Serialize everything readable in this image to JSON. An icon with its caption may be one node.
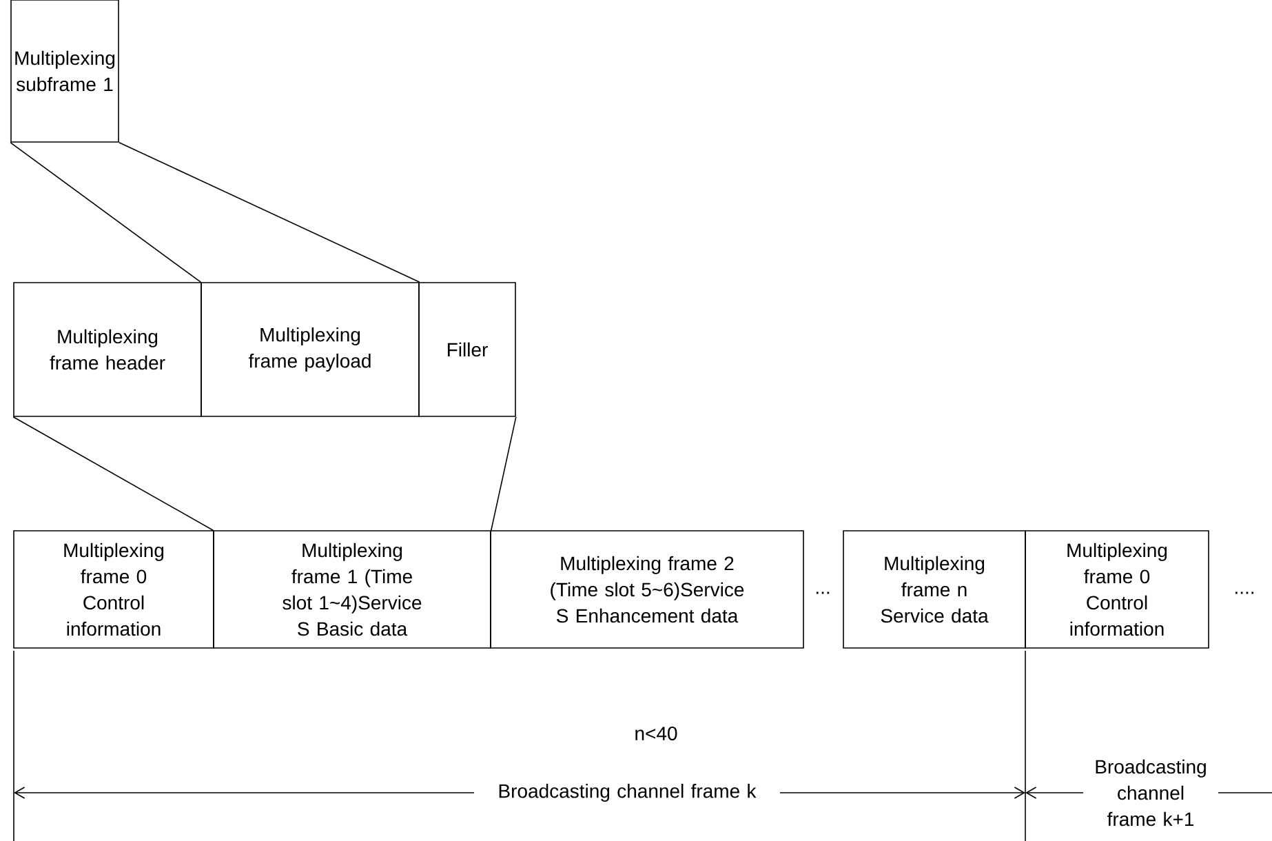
{
  "diagram": {
    "nodes": [
      {
        "text": [
          "Multiplexing subframe 1"
        ]
      },
      {
        "text": [
          "Multiplexing frame header"
        ]
      },
      {
        "text": [
          "Multiplexing frame payload"
        ]
      },
      {
        "text": [
          "Filler"
        ]
      },
      {
        "text": [
          "Multiplexing frame 0 Control information"
        ]
      },
      {
        "text": [
          "Multiplexing frame 1 (Time slot 1~4)Service S Basic data"
        ]
      },
      {
        "text": [
          "Multiplexing frame 2 (Time slot 5~6)Service S Enhancement data"
        ]
      },
      {
        "text": [
          "Multiplexing frame n Service data"
        ]
      },
      {
        "text": [
          "Multiplexing frame 0 Control information"
        ]
      }
    ],
    "edges": [
      {
        "from": 0,
        "to": 2,
        "arrow": "none"
      },
      {
        "from": 0,
        "to": 2,
        "arrow": "none"
      },
      {
        "from": 1,
        "to": 5,
        "arrow": "none"
      },
      {
        "from": 3,
        "to": 5,
        "arrow": "none"
      }
    ],
    "labels": [
      "...",
      "....",
      "n<40",
      "Broadcasting channel frame k",
      "Broadcasting channel frame k+1"
    ]
  }
}
